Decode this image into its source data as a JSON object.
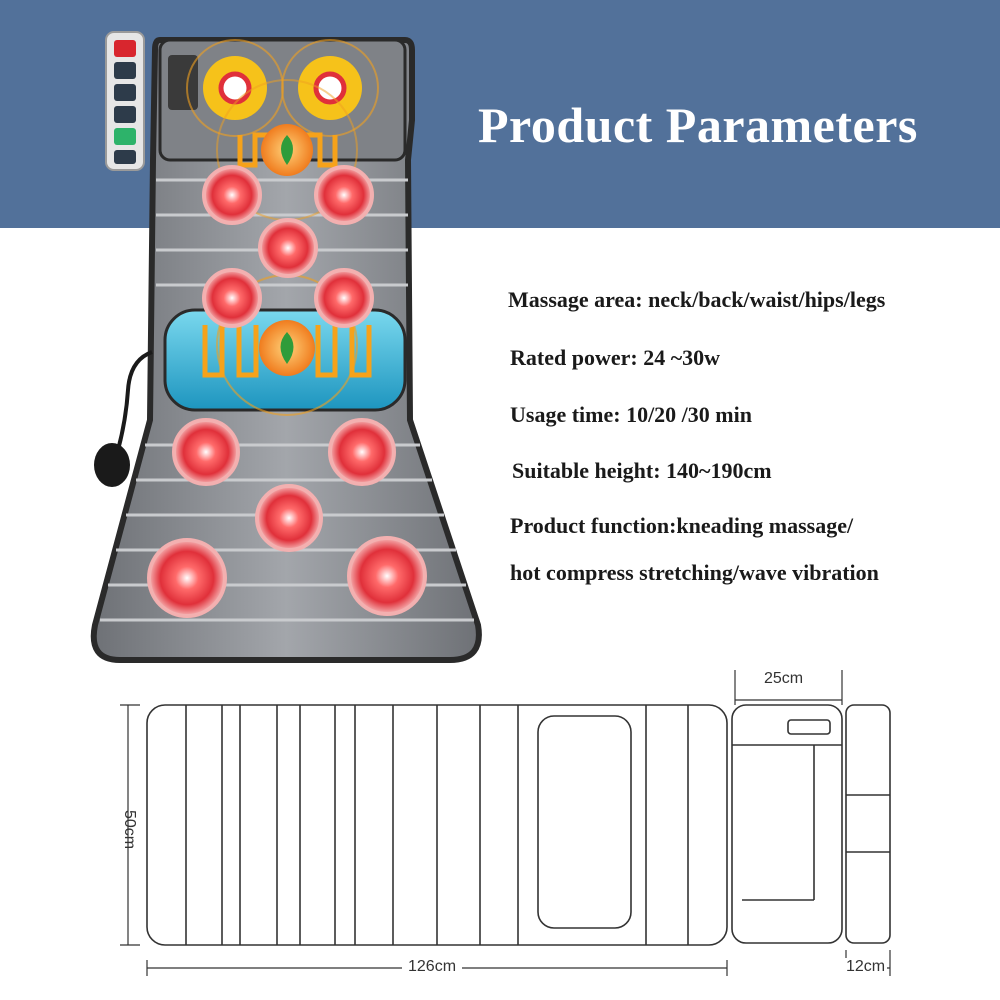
{
  "banner": {
    "title": "Product Parameters"
  },
  "parameters": [
    "Massage area: neck/back/waist/hips/legs",
    "Rated power: 24 ~30w",
    "Usage time: 10/20 /30 min",
    "Suitable height: 140~190cm",
    "Product function:kneading massage/",
    "hot compress stretching/wave vibration"
  ],
  "dimensions": {
    "length": "126cm",
    "width": "50cm",
    "pillow_width": "25cm",
    "pillow_thickness": "12cm"
  },
  "colors": {
    "banner": "#52719a",
    "mat": "#8a8d92",
    "heat_red": "#e0303a",
    "lumbar_blue": "#2fb6d8",
    "kneading_yellow": "#f6c21a"
  },
  "remote_icons": [
    "power-icon",
    "mode-icon",
    "timer-icon",
    "heat-icon",
    "vibration-icon",
    "intensity-icon"
  ]
}
